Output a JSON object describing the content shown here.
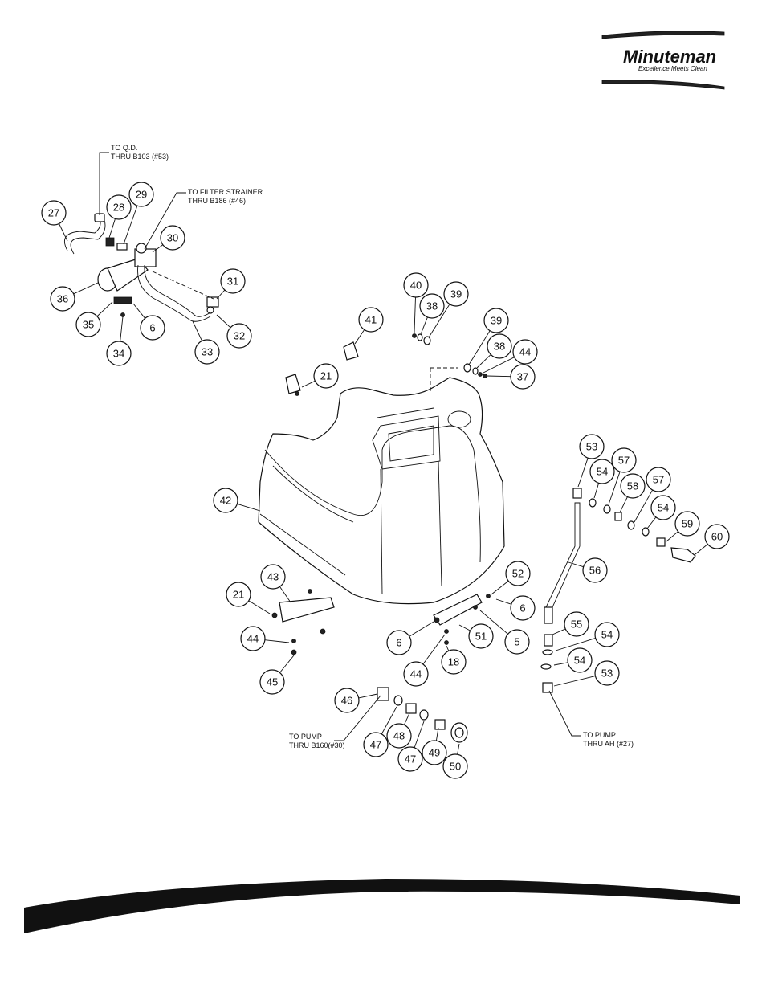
{
  "brand": {
    "name": "Minuteman",
    "tagline": "Excellence Meets Clean"
  },
  "notes": {
    "qd_line1": "TO Q.D.",
    "qd_line2": "THRU B103 (#53)",
    "filter_line1": "TO FILTER STRAINER",
    "filter_line2": "THRU B186 (#46)",
    "pump_left_line1": "TO PUMP",
    "pump_left_line2": "THRU B160(#30)",
    "pump_right_line1": "TO PUMP",
    "pump_right_line2": "THRU AH (#27)"
  },
  "callouts": [
    {
      "label": "27"
    },
    {
      "label": "28"
    },
    {
      "label": "29"
    },
    {
      "label": "30"
    },
    {
      "label": "36"
    },
    {
      "label": "35"
    },
    {
      "label": "6"
    },
    {
      "label": "34"
    },
    {
      "label": "33"
    },
    {
      "label": "32"
    },
    {
      "label": "31"
    },
    {
      "label": "40"
    },
    {
      "label": "38"
    },
    {
      "label": "39"
    },
    {
      "label": "41"
    },
    {
      "label": "39"
    },
    {
      "label": "38"
    },
    {
      "label": "44"
    },
    {
      "label": "37"
    },
    {
      "label": "21"
    },
    {
      "label": "42"
    },
    {
      "label": "53"
    },
    {
      "label": "54"
    },
    {
      "label": "57"
    },
    {
      "label": "58"
    },
    {
      "label": "57"
    },
    {
      "label": "54"
    },
    {
      "label": "59"
    },
    {
      "label": "60"
    },
    {
      "label": "56"
    },
    {
      "label": "43"
    },
    {
      "label": "21"
    },
    {
      "label": "44"
    },
    {
      "label": "45"
    },
    {
      "label": "52"
    },
    {
      "label": "6"
    },
    {
      "label": "5"
    },
    {
      "label": "51"
    },
    {
      "label": "6"
    },
    {
      "label": "44"
    },
    {
      "label": "18"
    },
    {
      "label": "55"
    },
    {
      "label": "54"
    },
    {
      "label": "54"
    },
    {
      "label": "53"
    },
    {
      "label": "46"
    },
    {
      "label": "47"
    },
    {
      "label": "48"
    },
    {
      "label": "47"
    },
    {
      "label": "49"
    },
    {
      "label": "50"
    }
  ]
}
